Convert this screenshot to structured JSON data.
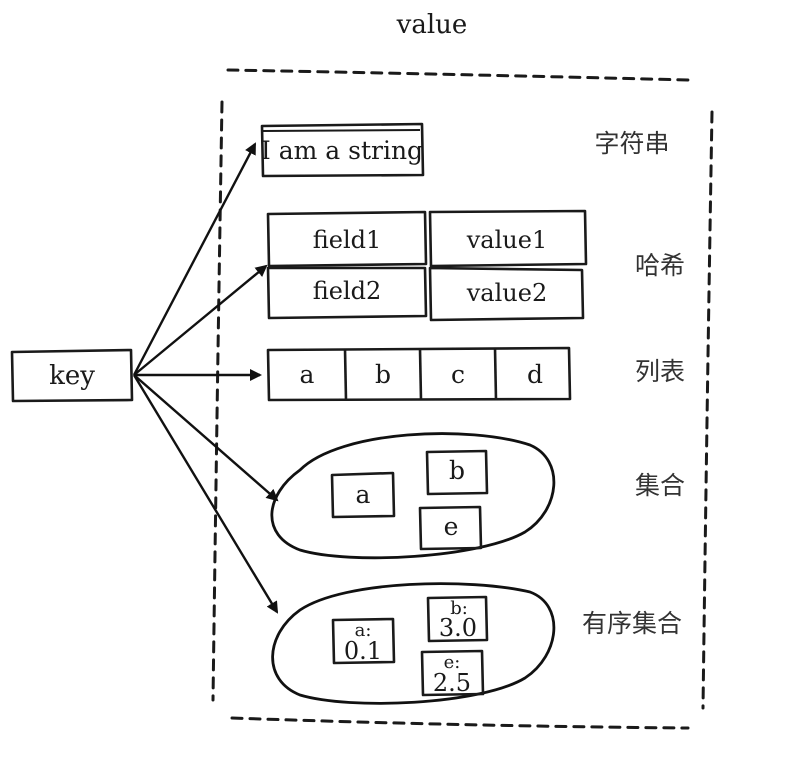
{
  "title": "value",
  "key_label": "key",
  "string": {
    "value": "I am a string",
    "type_label": "字符串"
  },
  "hash": {
    "rows": [
      {
        "field": "field1",
        "value": "value1"
      },
      {
        "field": "field2",
        "value": "value2"
      }
    ],
    "type_label": "哈希"
  },
  "list": {
    "items": [
      "a",
      "b",
      "c",
      "d"
    ],
    "type_label": "列表"
  },
  "set": {
    "members": [
      "a",
      "b",
      "e"
    ],
    "type_label": "集合"
  },
  "zset": {
    "members": [
      {
        "name": "a:",
        "score": "0.1"
      },
      {
        "name": "b:",
        "score": "3.0"
      },
      {
        "name": "e:",
        "score": "2.5"
      }
    ],
    "type_label": "有序集合"
  }
}
